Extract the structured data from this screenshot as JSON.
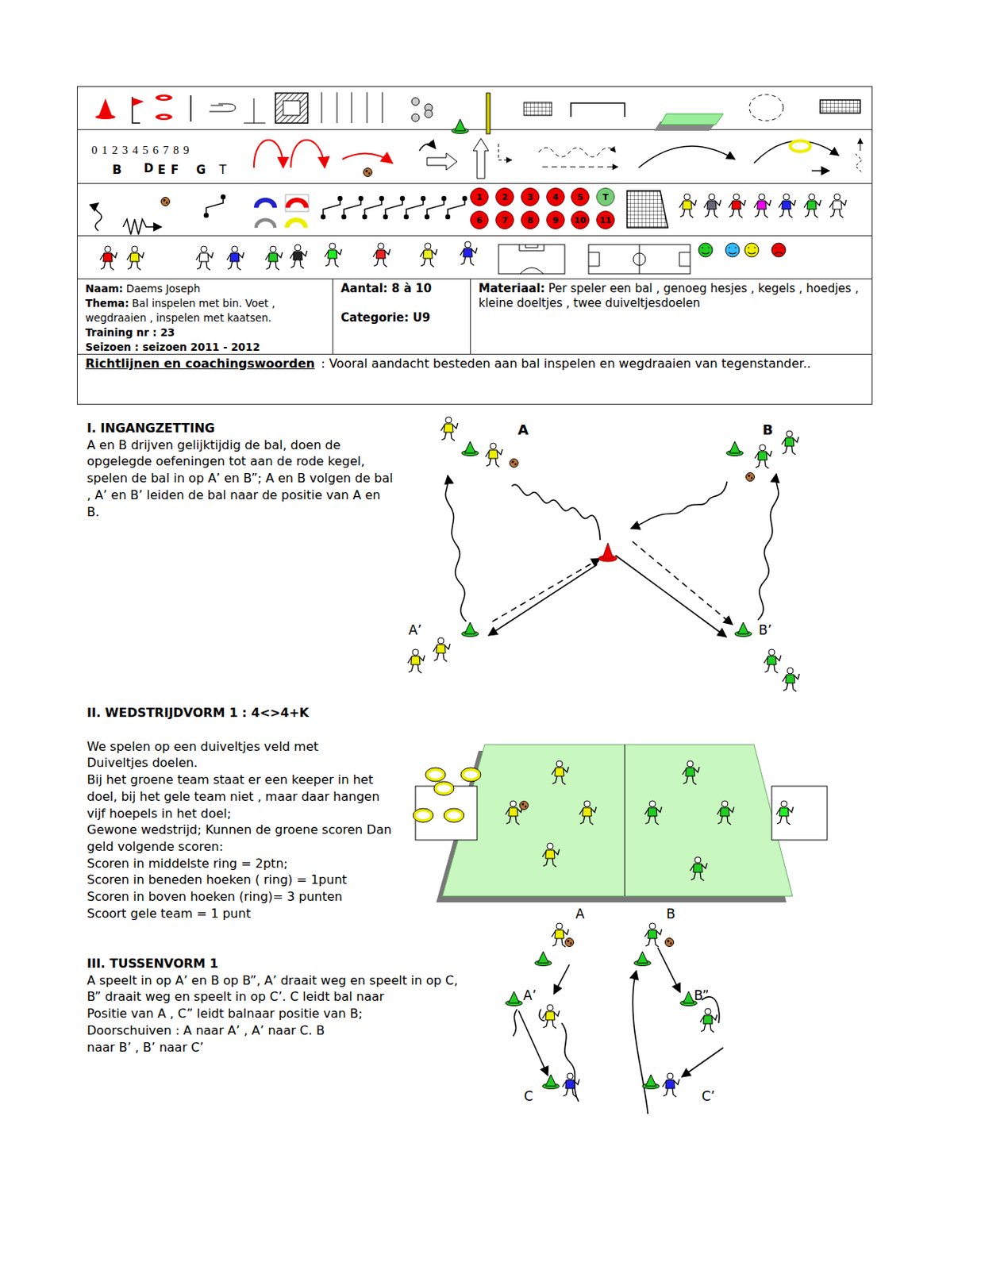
{
  "diagram": {
    "nodes": [
      {
        "text": [
          "1"
        ]
      },
      {
        "text": [
          "2"
        ]
      },
      {
        "text": [
          "3"
        ]
      },
      {
        "text": [
          "4"
        ]
      },
      {
        "text": [
          "5"
        ]
      },
      {
        "text": [
          "T"
        ]
      },
      {
        "text": [
          "6"
        ]
      },
      {
        "text": [
          "7"
        ]
      },
      {
        "text": [
          "8"
        ]
      },
      {
        "text": [
          "9"
        ]
      },
      {
        "text": [
          "10"
        ]
      },
      {
        "text": [
          "11"
        ]
      },
      {
        "text": [
          "Naam:",
          "Daems Joseph",
          "Thema:",
          "Bal inspelen met bin. Voet , wegdraaien , inspelen met kaatsen.",
          "Training nr : 23",
          "Seizoen : seizoen 2011 - 2012"
        ]
      },
      {
        "text": [
          "Aantal: 8 à 10",
          "Categorie: U9"
        ]
      },
      {
        "text": [
          "Materiaal:",
          "Per speler een bal , genoeg hesjes , kegels , hoedjes , kleine doeltjes , twee duiveltjesdoelen"
        ]
      },
      {
        "text": [
          "Richtlijnen en coachingswoorden",
          ": Vooral aandacht besteden aan bal inspelen en wegdraaien van tegenstander.."
        ]
      }
    ],
    "labels": [
      "0 1 2 3 4 5 6 7 8 9",
      "B",
      "D",
      "E",
      "F",
      "G",
      "T",
      "I. INGANGZETTING",
      "A en B drijven gelijktijdig de bal, doen de opgelegde oefeningen tot aan de rode kegel, spelen de bal in op A’ en B”; A en B volgen de bal , A’ en B’ leiden de bal naar de positie van A en B.",
      "A",
      "B",
      "A’",
      "B’",
      "II. WEDSTRIJDVORM 1 : 4<>4+K",
      "We spelen op een duiveltjes veld met Duiveltjes doelen.",
      "Bij het groene team staat er een keeper in het doel, bij het gele team niet , maar daar hangen vijf hoepels in het doel;",
      "Gewone wedstrijd; Kunnen de groene scoren Dan geld volgende scoren:",
      "Scoren in middelste ring = 2ptn;",
      "Scoren in beneden hoeken ( ring) = 1punt",
      "Scoren in boven hoeken (ring)= 3 punten",
      "Scoort gele team = 1 punt",
      "A",
      "B",
      "III. TUSSENVORM 1",
      "A speelt in op A’ en B op B”, A’ draait weg en speelt in op C,",
      "B” draait weg en speelt in op C’. C leidt bal naar Positie van A , C” leidt balnaar positie van B;",
      "Doorschuiven : A naar A’ , A’ naar C. B naar B’ , B’ naar C’",
      "A’",
      "B”",
      "C",
      "C’"
    ]
  }
}
